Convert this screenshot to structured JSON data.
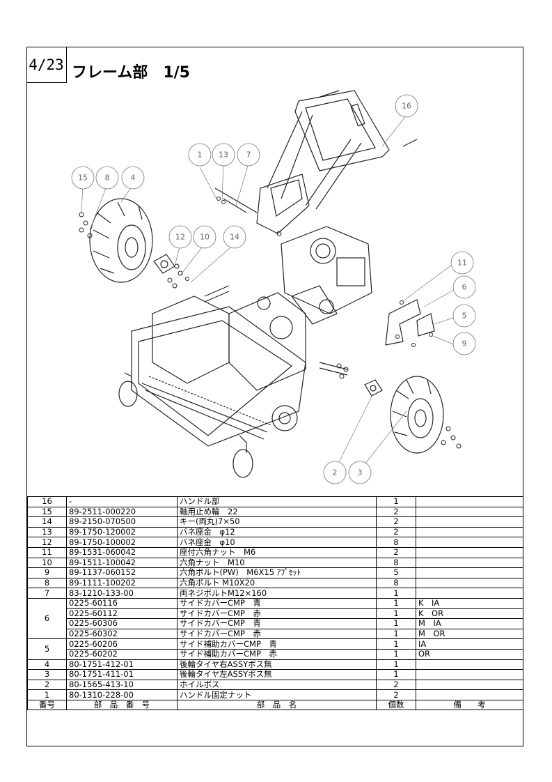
{
  "page": {
    "number": "4/23",
    "title": "フレーム部　1/5"
  },
  "callouts": [
    "16",
    "1",
    "13",
    "7",
    "15",
    "8",
    "4",
    "12",
    "10",
    "14",
    "11",
    "6",
    "5",
    "9",
    "2",
    "3"
  ],
  "table": {
    "header": {
      "no": "番号",
      "part_no": "部　品　番　号",
      "name": "部　品　名",
      "qty": "個数",
      "remarks": "備　　考"
    },
    "rows": [
      {
        "no": "16",
        "part_no": "-",
        "name": "ハンドル部",
        "qty": "1",
        "remarks": ""
      },
      {
        "no": "15",
        "part_no": "89-2511-000220",
        "name": "軸用止め輪　22",
        "qty": "2",
        "remarks": ""
      },
      {
        "no": "14",
        "part_no": "89-2150-070500",
        "name": "キー(両丸)7×50",
        "qty": "2",
        "remarks": ""
      },
      {
        "no": "13",
        "part_no": "89-1750-120002",
        "name": "バネ座金　φ12",
        "qty": "2",
        "remarks": ""
      },
      {
        "no": "12",
        "part_no": "89-1750-100002",
        "name": "バネ座金　φ10",
        "qty": "8",
        "remarks": ""
      },
      {
        "no": "11",
        "part_no": "89-1531-060042",
        "name": "座付六角ナット　M6",
        "qty": "2",
        "remarks": ""
      },
      {
        "no": "10",
        "part_no": "89-1511-100042",
        "name": "六角ナット　M10",
        "qty": "8",
        "remarks": ""
      },
      {
        "no": "9",
        "part_no": "89-1137-060152",
        "name": "六角ボルト(PW)　M6X15 ｱﾌﾟｾｯﾄ",
        "qty": "5",
        "remarks": ""
      },
      {
        "no": "8",
        "part_no": "89-1111-100202",
        "name": "六角ボルト M10X20",
        "qty": "8",
        "remarks": ""
      },
      {
        "no": "7",
        "part_no": "83-1210-133-00",
        "name": "両ネジボルトM12×160",
        "qty": "1",
        "remarks": ""
      }
    ],
    "group6": {
      "no": "6",
      "rows": [
        {
          "part_no": "0225-60116",
          "name": "サイドカバーCMP　青",
          "qty": "1",
          "remarks": "K　IA"
        },
        {
          "part_no": "0225-60112",
          "name": "サイドカバーCMP　赤",
          "qty": "1",
          "remarks": "K　OR"
        },
        {
          "part_no": "0225-60306",
          "name": "サイドカバーCMP　青",
          "qty": "1",
          "remarks": "M　IA"
        },
        {
          "part_no": "0225-60302",
          "name": "サイドカバーCMP　赤",
          "qty": "1",
          "remarks": "M　OR"
        }
      ]
    },
    "group5": {
      "no": "5",
      "rows": [
        {
          "part_no": "0225-60206",
          "name": "サイド補助カバーCMP　青",
          "qty": "1",
          "remarks": "IA"
        },
        {
          "part_no": "0225-60202",
          "name": "サイド補助カバーCMP　赤",
          "qty": "1",
          "remarks": "OR"
        }
      ]
    },
    "rows_after": [
      {
        "no": "4",
        "part_no": "80-1751-412-01",
        "name": "後輪タイヤ右ASSYボス無",
        "qty": "1",
        "remarks": ""
      },
      {
        "no": "3",
        "part_no": "80-1751-411-01",
        "name": "後輪タイヤ左ASSYボス無",
        "qty": "1",
        "remarks": ""
      },
      {
        "no": "2",
        "part_no": "80-1565-413-10",
        "name": "ホイルボス",
        "qty": "2",
        "remarks": ""
      },
      {
        "no": "1",
        "part_no": "80-1310-228-00",
        "name": "ハンドル固定ナット",
        "qty": "2",
        "remarks": ""
      }
    ]
  }
}
